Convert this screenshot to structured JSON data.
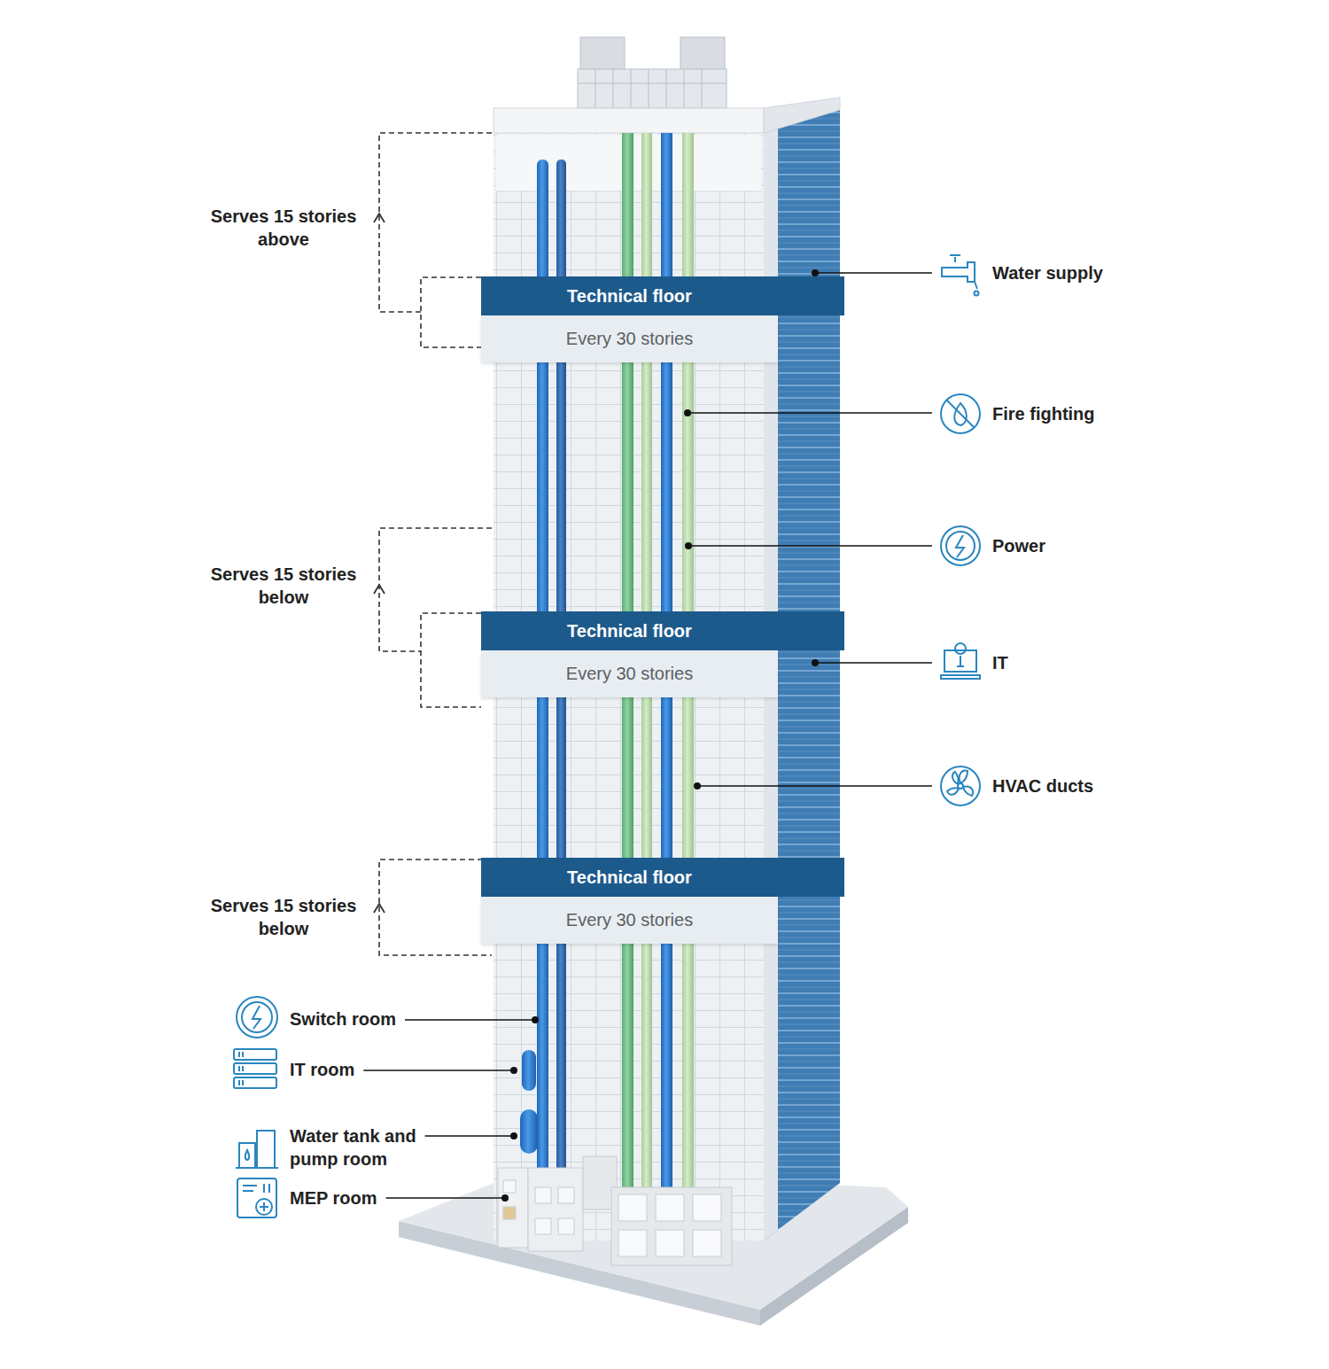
{
  "diagram": {
    "nodes": [
      {
        "text": [
          "Technical floor",
          "Every 30 stories"
        ]
      },
      {
        "text": [
          "Technical floor",
          "Every 30 stories"
        ]
      },
      {
        "text": [
          "Technical floor",
          "Every 30 stories"
        ]
      }
    ],
    "labels": [
      "Serves 15 stories above",
      "Water supply",
      "Fire fighting",
      "Serves 15 stories below",
      "Power",
      "IT",
      "HVAC ducts",
      "Serves 15 stories below",
      "Switch room",
      "IT room",
      "Water tank and pump room",
      "MEP room"
    ]
  }
}
